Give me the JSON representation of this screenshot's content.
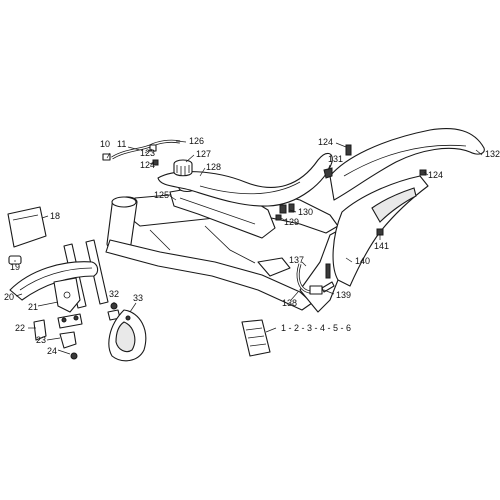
{
  "callouts": [
    {
      "id": "c10",
      "text": "10"
    },
    {
      "id": "c11",
      "text": "11"
    },
    {
      "id": "c123",
      "text": "123"
    },
    {
      "id": "c126",
      "text": "126"
    },
    {
      "id": "c124a",
      "text": "124"
    },
    {
      "id": "c127",
      "text": "127"
    },
    {
      "id": "c128",
      "text": "128"
    },
    {
      "id": "c125",
      "text": "125"
    },
    {
      "id": "c124b",
      "text": "124"
    },
    {
      "id": "c131",
      "text": "131"
    },
    {
      "id": "c132",
      "text": "132"
    },
    {
      "id": "c124c",
      "text": "124"
    },
    {
      "id": "c130",
      "text": "130"
    },
    {
      "id": "c129",
      "text": "129"
    },
    {
      "id": "c141",
      "text": "141"
    },
    {
      "id": "c140",
      "text": "140"
    },
    {
      "id": "c137",
      "text": "137"
    },
    {
      "id": "c138",
      "text": "138"
    },
    {
      "id": "c139",
      "text": "139"
    },
    {
      "id": "c18",
      "text": "18"
    },
    {
      "id": "c19",
      "text": "19"
    },
    {
      "id": "c20",
      "text": "20"
    },
    {
      "id": "c21",
      "text": "21"
    },
    {
      "id": "c22",
      "text": "22"
    },
    {
      "id": "c23",
      "text": "23"
    },
    {
      "id": "c24",
      "text": "24"
    },
    {
      "id": "c32",
      "text": "32"
    },
    {
      "id": "c33",
      "text": "33"
    },
    {
      "id": "c1to6",
      "text": "1 - 2 - 3 - 4 - 5 - 6"
    }
  ]
}
